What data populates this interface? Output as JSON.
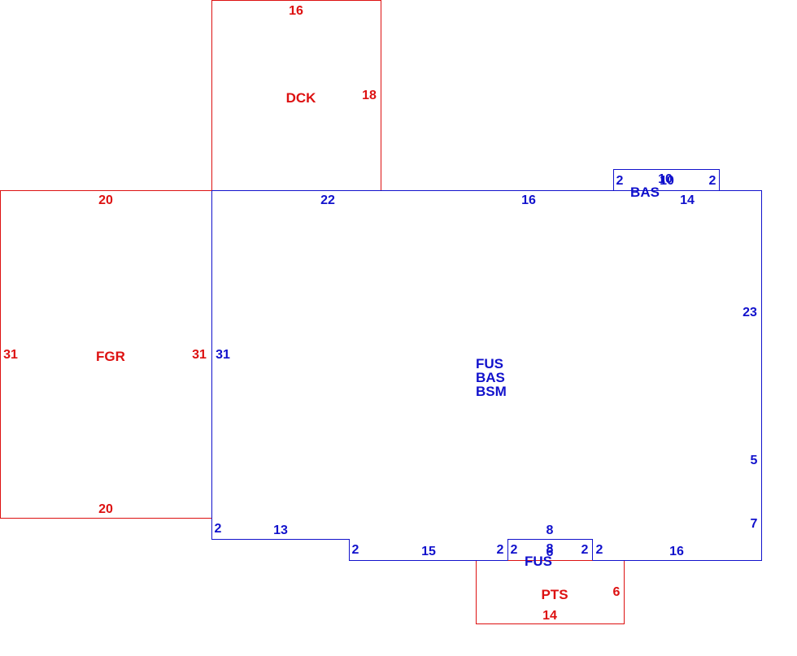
{
  "colors": {
    "red": "#dd1111",
    "blue": "#1111cc",
    "background": "#ffffff"
  },
  "areas": {
    "dck": {
      "label": "DCK",
      "dims": {
        "top": "16",
        "right": "18"
      }
    },
    "fgr": {
      "label": "FGR",
      "dims": {
        "top": "20",
        "bottom": "20",
        "left": "31",
        "right": "31"
      }
    },
    "main": {
      "labels": [
        "FUS",
        "BAS",
        "BSM"
      ],
      "dims": {
        "top_a": "22",
        "top_b": "16",
        "top_c": "14",
        "left": "31",
        "right_a": "23",
        "right_b": "5",
        "right_c": "7",
        "step_a_left": "2",
        "step_a_bottom": "13",
        "step_b_left": "2",
        "step_b_bottom": "15",
        "bay_gap_left": "2",
        "bay_gap_right": "2",
        "bottom_right": "16"
      }
    },
    "bas_bay": {
      "label": "BAS",
      "dims": {
        "left": "2",
        "top_a": "10",
        "top_b": "10",
        "right": "2"
      }
    },
    "fus_bay": {
      "label": "FUS",
      "dims": {
        "top": "8",
        "left": "2",
        "right": "2",
        "center_a": "8",
        "center_b": "6"
      }
    },
    "pts": {
      "label": "PTS",
      "dims": {
        "right": "6",
        "bottom": "14"
      }
    }
  }
}
